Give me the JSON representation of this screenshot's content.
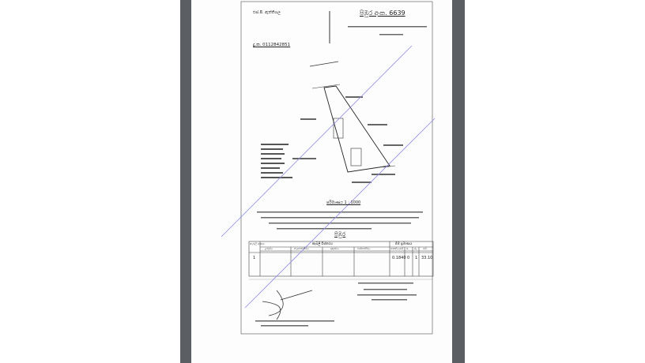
{
  "document": {
    "surveyor_block": {
      "name_line": "එස්.පී. ඇත්තිගල",
      "phone": "දු.ක. 0112842851"
    },
    "plan_number": "පිඹුර අංක. 6639",
    "scale": "පරිමාණය 1 : 1000",
    "plan_heading": "පිඹුර",
    "table": {
      "header_group": "කැබලි විස්තරය",
      "extent_group": "බිම් ප්‍රමාණය",
      "columns": [
        "කැබලි අංකය",
        "උතුරට",
        "නැගෙනහිරට",
        "දකුණට",
        "බස්නාහිරට",
        "හෙක්ටයාර්",
        "අ.",
        "රූ.",
        "පර්."
      ],
      "rows": [
        {
          "lot": "1",
          "hectare": "0.1840",
          "acres": "0",
          "roods": "1",
          "perches": "33.10"
        }
      ]
    }
  },
  "colors": {
    "viewer_bg": "#5b5e62",
    "page_bg": "#fdfdfd",
    "annotation_line": "#8c8ce6"
  }
}
